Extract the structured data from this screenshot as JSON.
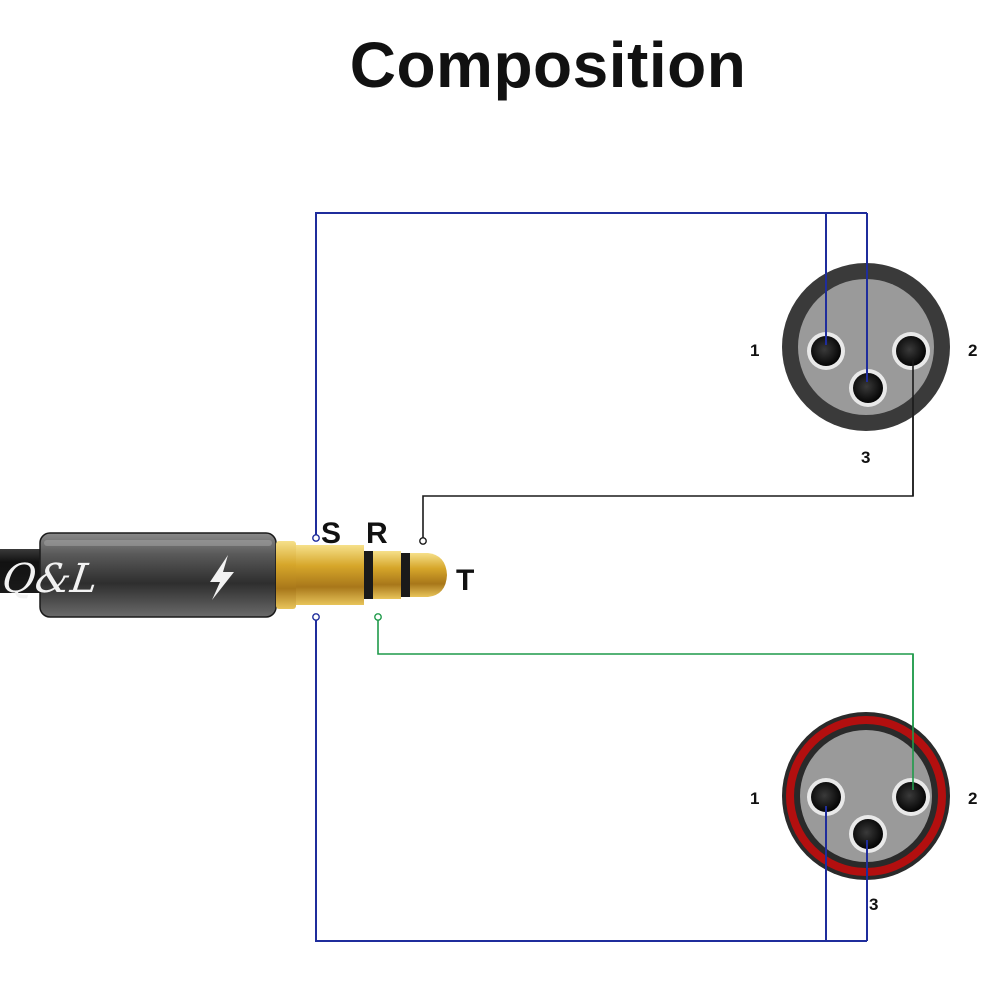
{
  "title": "Composition",
  "plug": {
    "logo_text": "Q&L",
    "contacts": {
      "sleeve": "S",
      "ring": "R",
      "tip": "T"
    }
  },
  "xlr_top": {
    "pins": [
      "1",
      "2",
      "3"
    ]
  },
  "xlr_bottom": {
    "pins": [
      "1",
      "2",
      "3"
    ]
  },
  "colors": {
    "sleeve_wire": "#1f2d9c",
    "ring_wire": "#1f9a4a",
    "tip_wire": "#1a1a1a",
    "xlr_top_rim": "#3a3a3a",
    "xlr_bottom_rim": "#b30f0f",
    "xlr_face": "#9a9a9a",
    "plug_gold": "#d6a62a"
  }
}
